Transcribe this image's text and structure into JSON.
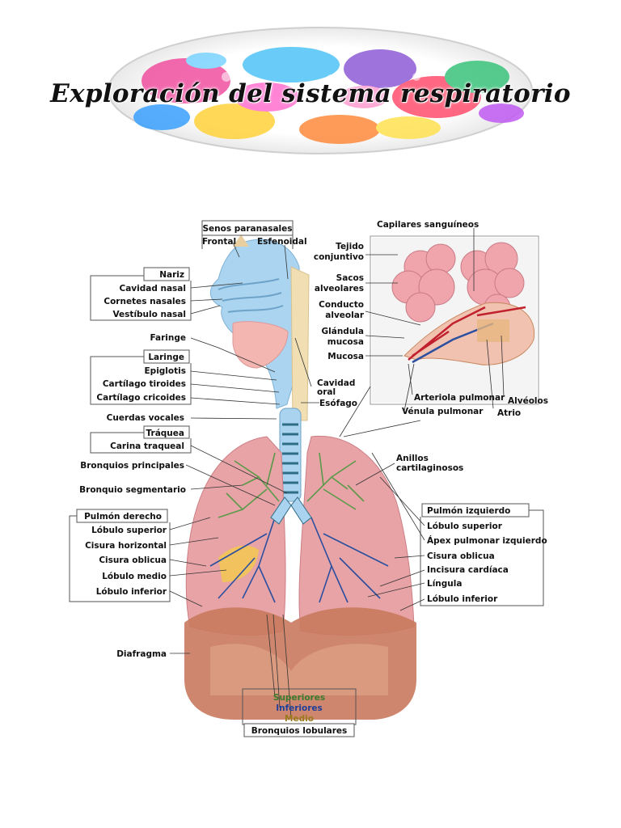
{
  "header": {
    "title": "Exploración del sistema respiratorio"
  },
  "labels": {
    "senos_paranasales": "Senos paranasales",
    "frontal": "Frontal",
    "esfenoidal": "Esfenoidal",
    "nariz": "Nariz",
    "cavidad_nasal": "Cavidad nasal",
    "cornetes_nasales": "Cornetes nasales",
    "vestibulo_nasal": "Vestíbulo nasal",
    "faringe": "Faringe",
    "laringe": "Laringe",
    "epiglotis": "Epiglotis",
    "cartilago_tiroides": "Cartílago tiroides",
    "cartilago_cricoides": "Cartílago cricoides",
    "cuerdas_vocales": "Cuerdas vocales",
    "traquea": "Tráquea",
    "carina_traqueal": "Carina traqueal",
    "bronquios_principales": "Bronquios principales",
    "bronquio_segmentario": "Bronquio segmentario",
    "pulmon_derecho": "Pulmón derecho",
    "lobulo_superior_d": "Lóbulo superior",
    "cisura_horizontal": "Cisura horizontal",
    "cisura_oblicua_d": "Cisura oblicua",
    "lobulo_medio": "Lóbulo medio",
    "lobulo_inferior_d": "Lóbulo inferior",
    "diafragma": "Diafragma",
    "cavidad_oral_1": "Cavidad",
    "cavidad_oral_2": "oral",
    "esofago": "Esófago",
    "capilares": "Capilares sanguíneos",
    "tejido_1": "Tejido",
    "tejido_2": "conjuntivo",
    "sacos_1": "Sacos",
    "sacos_2": "alveolares",
    "conducto_1": "Conducto",
    "conducto_2": "alveolar",
    "glandula_1": "Glándula",
    "glandula_2": "mucosa",
    "mucosa": "Mucosa",
    "arteriola": "Arteriola pulmonar",
    "venula": "Vénula pulmonar",
    "alveolos": "Alvéolos",
    "atrio": "Atrio",
    "anillos_1": "Anillos",
    "anillos_2": "cartilaginosos",
    "pulmon_izquierdo": "Pulmón izquierdo",
    "lobulo_superior_i": "Lóbulo superior",
    "apex": "Ápex pulmonar izquierdo",
    "cisura_oblicua_i": "Cisura oblicua",
    "incisura": "Incisura cardíaca",
    "lingula": "Língula",
    "lobulo_inferior_i": "Lóbulo inferior",
    "superiores": "Superiores",
    "inferiores": "Inferiores",
    "medio": "Medio",
    "bronquios_lobulares": "Bronquios lobulares"
  },
  "colors": {
    "lung": "#e8a3a6",
    "diaphragm": "#c97a5e",
    "airway": "#a9d3ef",
    "trachea_ring": "#2e6d86",
    "bronchi_upper": "#5a9a4a",
    "bronchi_lower": "#2b4fa0",
    "bronchi_middle": "#e8c23a"
  }
}
